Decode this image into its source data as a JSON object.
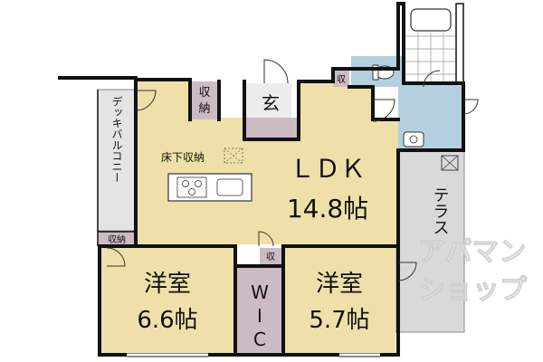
{
  "rooms": {
    "ldk": {
      "name": "ＬＤＫ",
      "size": "14.8帖"
    },
    "western1": {
      "name": "洋室",
      "size": "6.6帖"
    },
    "western2": {
      "name": "洋室",
      "size": "5.7帖"
    },
    "wic": {
      "line1": "W",
      "line2": "I",
      "line3": "C"
    },
    "entrance": "玄",
    "underfloor_storage": "床下収納",
    "storage_top_line1": "収",
    "storage_top_line2": "納",
    "storage_small_top": "収",
    "storage_left": "収納",
    "storage_wic": "収",
    "deck_balcony": "デッキバルコニー",
    "terrace": "テラス"
  },
  "watermark": {
    "line1": "アパマン",
    "line2": "ショップ"
  },
  "colors": {
    "room": "#efe0a9",
    "storage": "#cdbbc4",
    "bath": "#b3cfe0",
    "terrace": "#d9d9d9",
    "wall": "#111111"
  }
}
